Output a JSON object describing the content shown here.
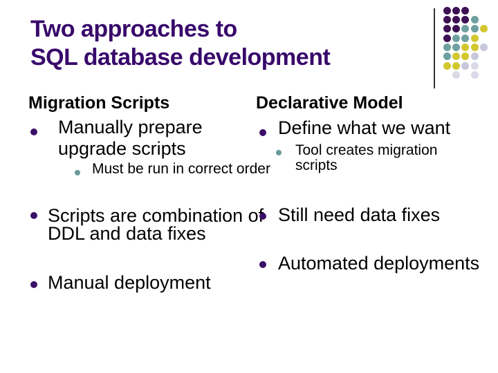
{
  "slide": {
    "title": "Two approaches to\nSQL database development",
    "columns": [
      {
        "heading": "Migration Scripts",
        "items": [
          {
            "level": 1,
            "text": "Manually prepare\nupgrade scripts"
          },
          {
            "level": 2,
            "text": "Must be run in correct order"
          },
          {
            "level": 1,
            "text": "Scripts are combination of\nDDL and data fixes"
          },
          {
            "level": 1,
            "text": "Manual deployment"
          }
        ]
      },
      {
        "heading": "Declarative Model",
        "items": [
          {
            "level": 1,
            "text": "Define what we want"
          },
          {
            "level": 2,
            "text": "Tool creates migration\nscripts"
          },
          {
            "level": 1,
            "text": "Still need data fixes"
          },
          {
            "level": 1,
            "text": "Automated deployments"
          }
        ]
      }
    ]
  },
  "colors": {
    "title_text": "#38096B",
    "body_text": "#000000",
    "main_bullet": "#3A0F68",
    "sub_bullet": "#6A9A9A",
    "background": "#FFFFFF",
    "decoration_line": "#333333"
  },
  "decoration": {
    "dot_colors": {
      "P": "#3D1053",
      "T": "#6FA0A0",
      "Y": "#D3C72F",
      "L": "#C7C7DC",
      "M": "#DADAE9"
    },
    "grid": {
      "origin_left": 640.5,
      "origin_top": 9.7,
      "cell_w": 13.4,
      "cell_h": 13.33,
      "dot_size": 11
    },
    "dots": [
      {
        "r": 1,
        "c": 1,
        "k": "P"
      },
      {
        "r": 1,
        "c": 2,
        "k": "P"
      },
      {
        "r": 1,
        "c": 3,
        "k": "P"
      },
      {
        "r": 2,
        "c": 1,
        "k": "P"
      },
      {
        "r": 2,
        "c": 2,
        "k": "P"
      },
      {
        "r": 2,
        "c": 3,
        "k": "P"
      },
      {
        "r": 2,
        "c": 4,
        "k": "T"
      },
      {
        "r": 3,
        "c": 1,
        "k": "P"
      },
      {
        "r": 3,
        "c": 2,
        "k": "P"
      },
      {
        "r": 3,
        "c": 3,
        "k": "T"
      },
      {
        "r": 3,
        "c": 4,
        "k": "T"
      },
      {
        "r": 3,
        "c": 5,
        "k": "Y"
      },
      {
        "r": 4,
        "c": 1,
        "k": "P"
      },
      {
        "r": 4,
        "c": 2,
        "k": "T"
      },
      {
        "r": 4,
        "c": 3,
        "k": "T"
      },
      {
        "r": 4,
        "c": 4,
        "k": "Y"
      },
      {
        "r": 5,
        "c": 1,
        "k": "T"
      },
      {
        "r": 5,
        "c": 2,
        "k": "T"
      },
      {
        "r": 5,
        "c": 3,
        "k": "Y"
      },
      {
        "r": 5,
        "c": 4,
        "k": "Y"
      },
      {
        "r": 5,
        "c": 5,
        "k": "L"
      },
      {
        "r": 6,
        "c": 1,
        "k": "T"
      },
      {
        "r": 6,
        "c": 2,
        "k": "Y"
      },
      {
        "r": 6,
        "c": 3,
        "k": "Y"
      },
      {
        "r": 6,
        "c": 4,
        "k": "L"
      },
      {
        "r": 7,
        "c": 1,
        "k": "Y"
      },
      {
        "r": 7,
        "c": 2,
        "k": "Y"
      },
      {
        "r": 7,
        "c": 3,
        "k": "L"
      },
      {
        "r": 7,
        "c": 4,
        "k": "M"
      },
      {
        "r": 8,
        "c": 2,
        "k": "M"
      },
      {
        "r": 8,
        "c": 4,
        "k": "M"
      }
    ]
  }
}
